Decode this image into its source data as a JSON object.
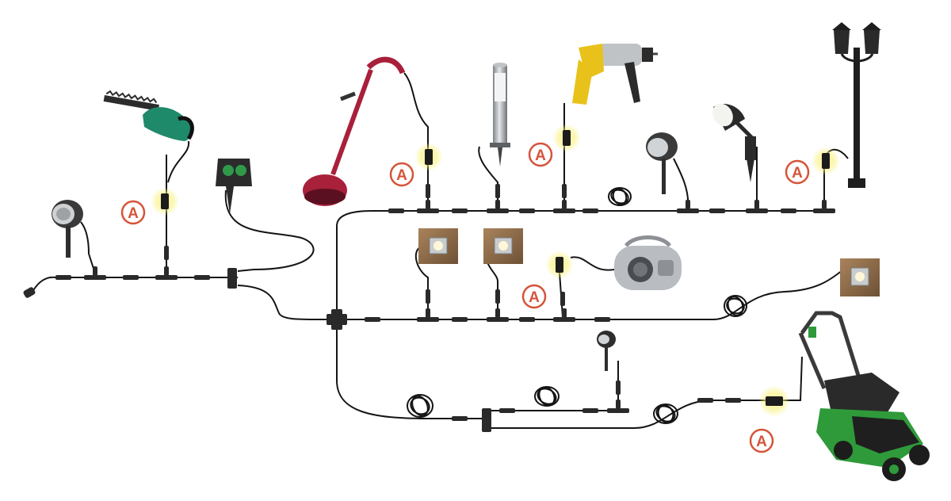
{
  "diagram": {
    "badge_label": "A",
    "colors": {
      "background": "#ffffff",
      "cable": "#141414",
      "connector": "#2a2a2a",
      "badge_ring": "#d5543a",
      "badge_text": "#d5543a",
      "adapter_glow": "#f8f17a",
      "hedge_trimmer_body": "#1f8a6a",
      "grass_trimmer_body": "#a8203a",
      "drill_body": "#e8c21a",
      "mower_body": "#2f9a3a",
      "lamp_metal": "#4a4a4a",
      "bollard_metal": "#9ea3a6",
      "tile_wood": "#8b6a48",
      "radio_silver": "#b9bcc0"
    },
    "devices": [
      {
        "id": "spotlight-left",
        "icon": "garden-spotlight-icon"
      },
      {
        "id": "hedge-trimmer",
        "icon": "hedge-trimmer-icon"
      },
      {
        "id": "outdoor-socket",
        "icon": "outdoor-socket-icon"
      },
      {
        "id": "grass-trimmer",
        "icon": "grass-trimmer-icon"
      },
      {
        "id": "bollard-light",
        "icon": "bollard-light-icon"
      },
      {
        "id": "drill",
        "icon": "drill-icon"
      },
      {
        "id": "spotlight-mid",
        "icon": "garden-spotlight-icon"
      },
      {
        "id": "spike-spotlight",
        "icon": "spike-spotlight-icon"
      },
      {
        "id": "street-lamp",
        "icon": "street-lamp-icon"
      },
      {
        "id": "ground-light-1",
        "icon": "ground-light-icon"
      },
      {
        "id": "ground-light-2",
        "icon": "ground-light-icon"
      },
      {
        "id": "radio",
        "icon": "radio-icon"
      },
      {
        "id": "ground-light-3",
        "icon": "ground-light-icon"
      },
      {
        "id": "mini-spotlight",
        "icon": "mini-spotlight-icon"
      },
      {
        "id": "lawn-mower",
        "icon": "lawn-mower-icon"
      },
      {
        "id": "mains-plug",
        "icon": "mains-plug-icon"
      }
    ]
  }
}
